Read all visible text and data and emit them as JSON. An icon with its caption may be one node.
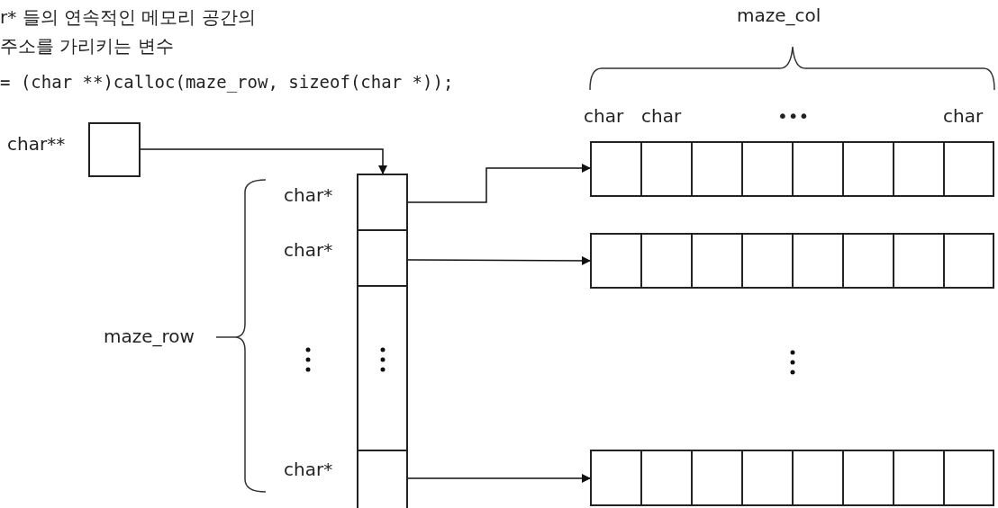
{
  "diagram": {
    "nodes": [
      {
        "text": [],
        "shape": "box",
        "beside": [
          "char**"
        ]
      },
      {
        "text": [],
        "shape": "box",
        "beside": [
          "char*"
        ]
      },
      {
        "text": [],
        "shape": "box",
        "beside": [
          "char*"
        ]
      },
      {
        "text": [],
        "shape": "box"
      },
      {
        "text": [],
        "shape": "box",
        "beside": [
          "char*"
        ]
      },
      {
        "text": [],
        "shape": "bar"
      },
      {
        "text": [],
        "shape": "bar"
      },
      {
        "text": [],
        "shape": "bar"
      }
    ],
    "edges": [
      {
        "from": 0,
        "to": 1,
        "arrow": "to"
      },
      {
        "from": 1,
        "to": 5,
        "arrow": "to"
      },
      {
        "from": 2,
        "to": 6,
        "arrow": "to"
      },
      {
        "from": 4,
        "to": 7,
        "arrow": "to"
      }
    ],
    "labels": [
      "r* 들의 연속적인 메모리 공간의",
      "주소를 가리키는 변수",
      "= (char **)calloc(maze_row, sizeof(char *));",
      "maze_col",
      "char",
      "char",
      "•••",
      "char",
      "maze_row"
    ]
  }
}
